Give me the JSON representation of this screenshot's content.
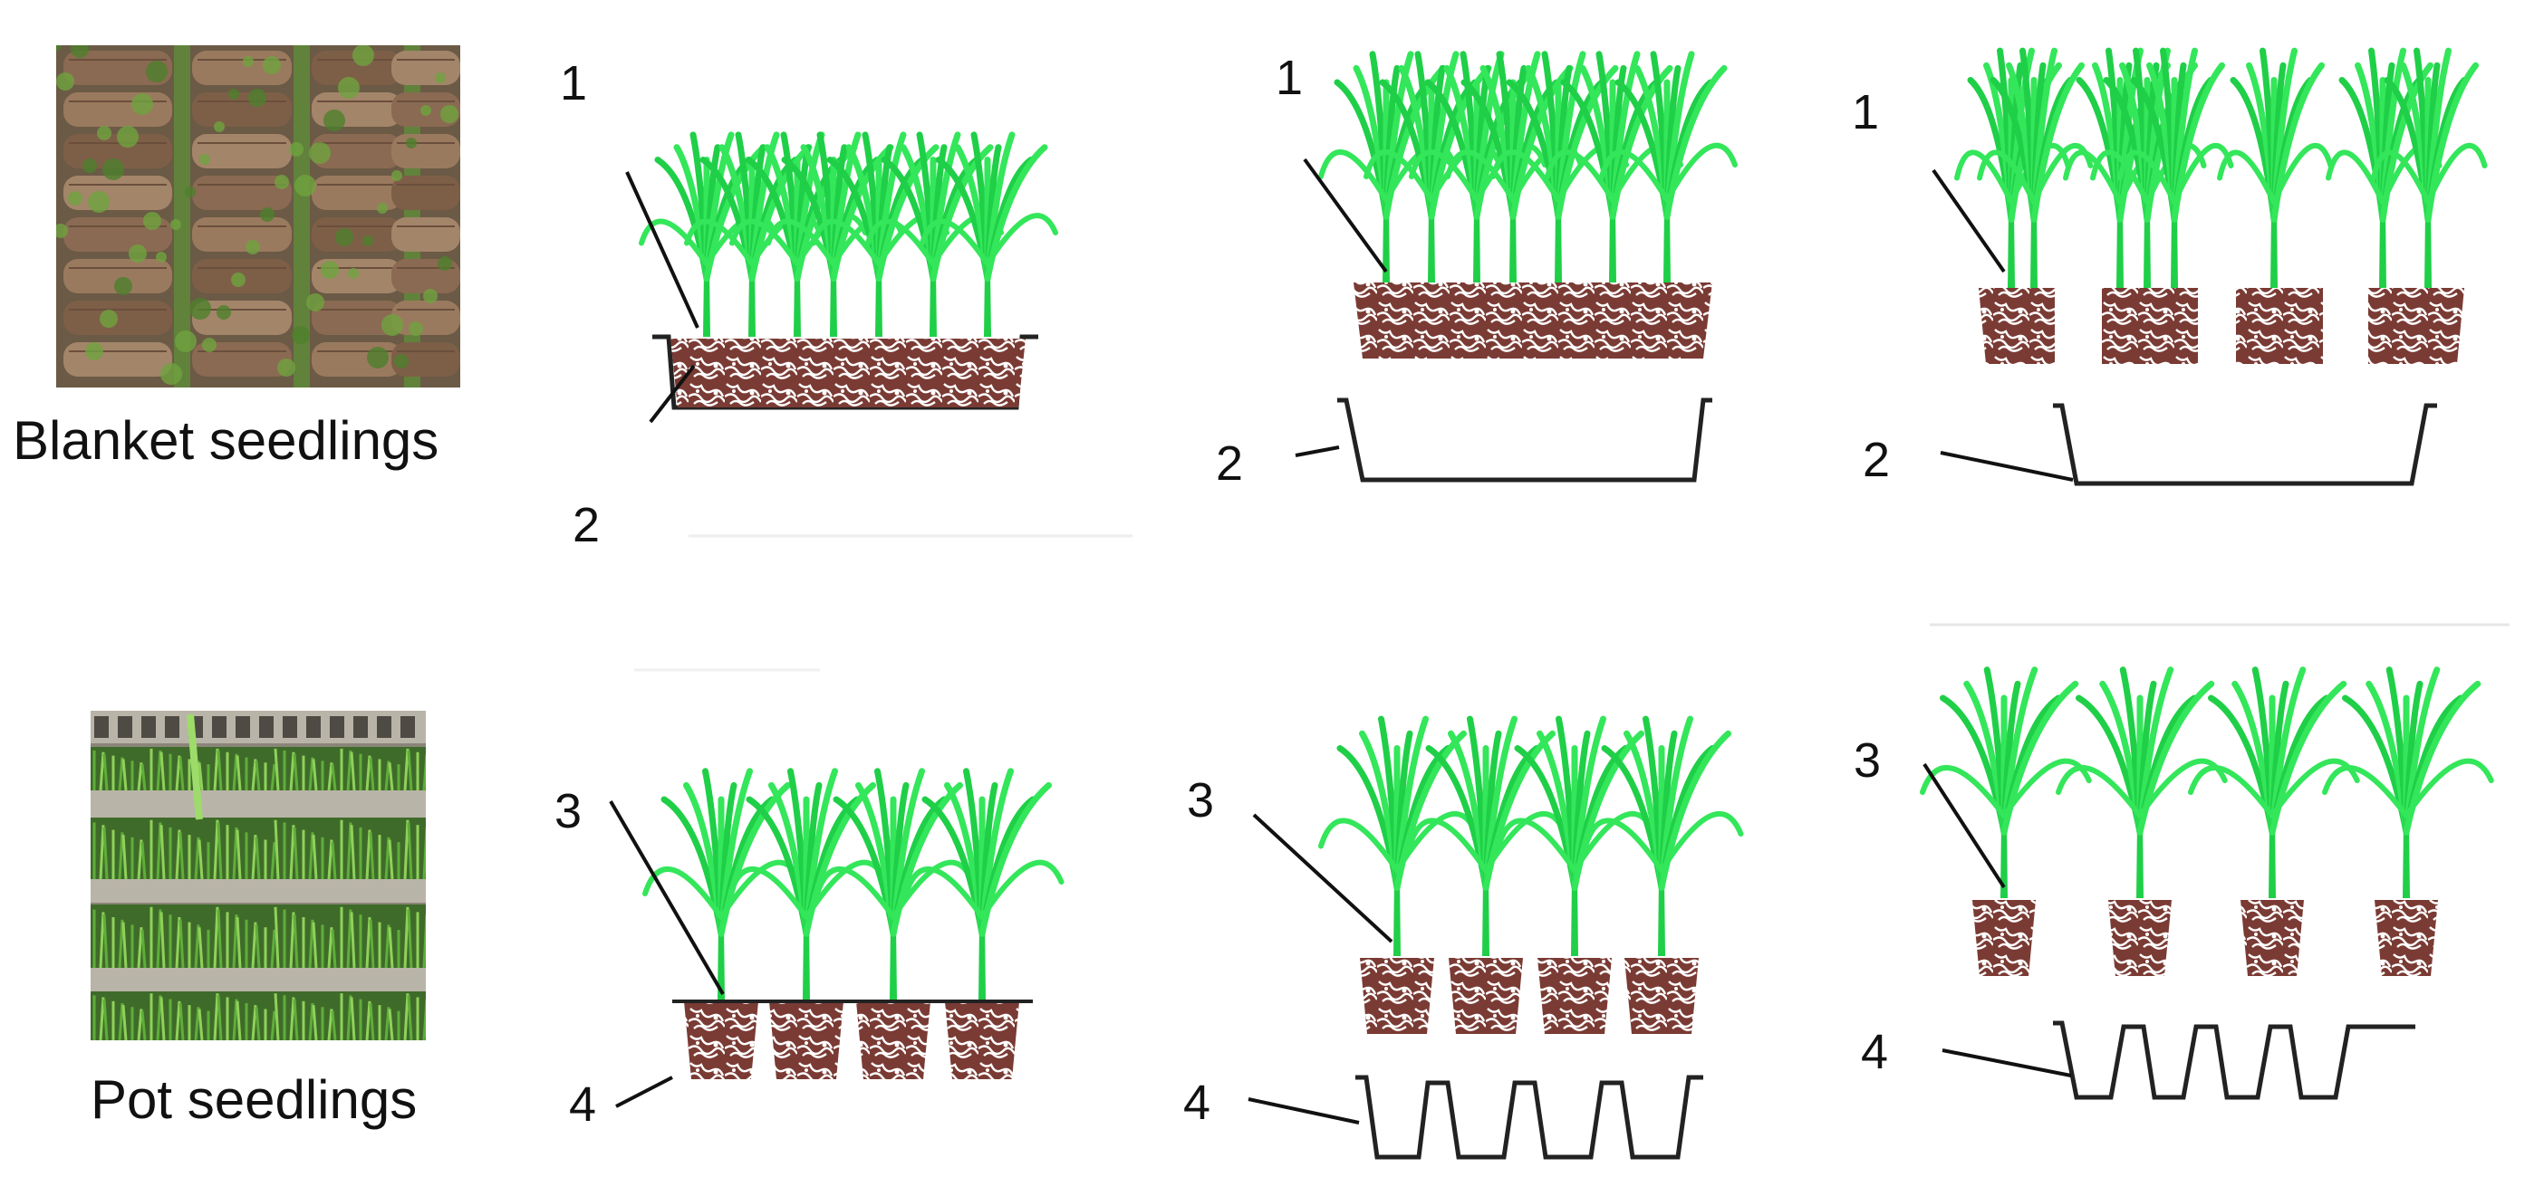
{
  "captions": {
    "blanket": "Blanket seedlings",
    "pot": "Pot seedlings"
  },
  "labels": {
    "seedling_blanket": "1",
    "tray_blanket": "2",
    "seedling_pot": "3",
    "tray_pot": "4"
  },
  "colors": {
    "leaf": "#33e65a",
    "leaf_dark": "#1fcf47",
    "soil": "#7a3b34",
    "soil_light": "#ffffff",
    "tray": "#222222",
    "text": "#111111"
  }
}
